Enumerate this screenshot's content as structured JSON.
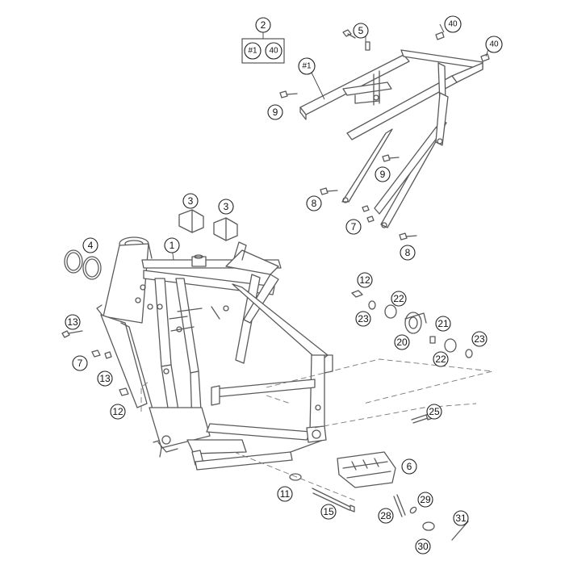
{
  "diagram": {
    "callouts": {
      "c1": "1",
      "c2": "2",
      "c2_sub1": "#1",
      "c2_sub2": "40",
      "c3a": "3",
      "c3b": "3",
      "c4": "4",
      "c5": "5",
      "c40a": "40",
      "c40b": "40",
      "c_subframe": "#1",
      "c9a": "9",
      "c9b": "9",
      "c8a": "8",
      "c8b": "8",
      "c7a": "7",
      "c12a": "12",
      "c22a": "22",
      "c23a": "23",
      "c21": "21",
      "c20": "20",
      "c22b": "22",
      "c23b": "23",
      "c13a": "13",
      "c7b": "7",
      "c13b": "13",
      "c12b": "12",
      "c25": "25",
      "c6": "6",
      "c11": "11",
      "c15": "15",
      "c28": "28",
      "c29": "29",
      "c30": "30",
      "c31": "31"
    }
  }
}
